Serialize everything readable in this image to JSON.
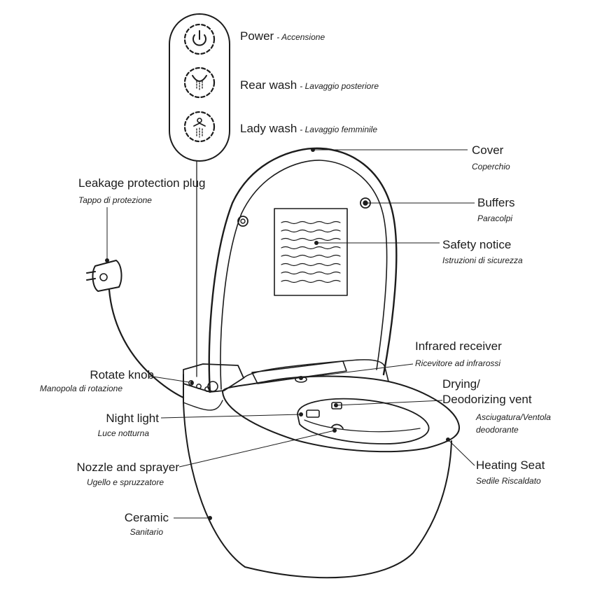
{
  "remote": {
    "power": {
      "title": "Power",
      "sub": "- Accensione"
    },
    "rear_wash": {
      "title": "Rear wash",
      "sub": "- Lavaggio posteriore"
    },
    "lady_wash": {
      "title": "Lady wash",
      "sub": "- Lavaggio femminile"
    }
  },
  "parts": {
    "cover": {
      "title": "Cover",
      "sub": "Coperchio"
    },
    "buffers": {
      "title": "Buffers",
      "sub": "Paracolpi"
    },
    "safety_notice": {
      "title": "Safety notice",
      "sub": "Istruzioni di sicurezza"
    },
    "infrared_receiver": {
      "title": "Infrared receiver",
      "sub": "Ricevitore ad infrarossi"
    },
    "drying_vent": {
      "title_line1": "Drying/",
      "title_line2": "Deodorizing vent",
      "sub_line1": "Asciugatura/Ventola",
      "sub_line2": "deodorante"
    },
    "heating_seat": {
      "title": "Heating Seat",
      "sub": "Sedile Riscaldato"
    },
    "leakage_plug": {
      "title": "Leakage protection plug",
      "sub": "Tappo di protezione"
    },
    "rotate_knob": {
      "title": "Rotate knob",
      "sub": "Manopola di rotazione"
    },
    "night_light": {
      "title": "Night light",
      "sub": "Luce notturna"
    },
    "nozzle": {
      "title": "Nozzle and sprayer",
      "sub": "Ugello e spruzzatore"
    },
    "ceramic": {
      "title": "Ceramic",
      "sub": "Sanitario"
    }
  }
}
